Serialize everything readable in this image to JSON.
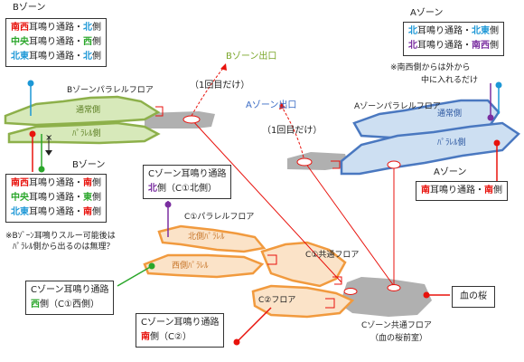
{
  "b_zone_top": {
    "heading": "Bゾーン",
    "lines": [
      {
        "pre": "南西",
        "mid": "耳鳴り通路・",
        "dir": "北",
        "post": "側",
        "pre_color": "red",
        "dir_color": "blue"
      },
      {
        "pre": "中央",
        "mid": "耳鳴り通路・",
        "dir": "西",
        "post": "側",
        "pre_color": "green",
        "dir_color": "green"
      },
      {
        "pre": "北東",
        "mid": "耳鳴り通路・",
        "dir": "北",
        "post": "側",
        "pre_color": "blue",
        "dir_color": "blue"
      }
    ]
  },
  "b_zone_bottom": {
    "heading": "Bゾーン",
    "lines": [
      {
        "pre": "南西",
        "mid": "耳鳴り通路・",
        "dir": "南",
        "post": "側",
        "pre_color": "red",
        "dir_color": "red"
      },
      {
        "pre": "中央",
        "mid": "耳鳴り通路・",
        "dir": "東",
        "post": "側",
        "pre_color": "green",
        "dir_color": "green"
      },
      {
        "pre": "北東",
        "mid": "耳鳴り通路・",
        "dir": "南",
        "post": "側",
        "pre_color": "blue",
        "dir_color": "red"
      }
    ],
    "note": [
      "※Bｿﾞｰﾝ耳鳴りスルー可能後は",
      "ﾊﾟﾗﾚﾙ側から出るのは無理？"
    ]
  },
  "a_zone_top": {
    "heading": "Aゾーン",
    "lines": [
      {
        "pre": "北",
        "mid": "耳鳴り通路・",
        "dir": "北東",
        "post": "側",
        "pre_color": "blue",
        "dir_color": "blue"
      },
      {
        "pre": "北",
        "mid": "耳鳴り通路・",
        "dir": "南西",
        "post": "側",
        "pre_color": "purple",
        "dir_color": "purple"
      }
    ],
    "note": [
      "※南西側からは外から",
      "中に入れるだけ"
    ]
  },
  "a_zone_bottom": {
    "heading": "Aゾーン",
    "pre": "南",
    "mid": "耳鳴り通路・",
    "dir": "南",
    "post": "側"
  },
  "c_north": {
    "title": "Cゾーン耳鳴り通路",
    "dir": "北",
    "rest": "側（C①北側）"
  },
  "c_west": {
    "title": "Cゾーン耳鳴り通路",
    "dir": "西",
    "rest": "側（C①西側）"
  },
  "c_south": {
    "title": "Cゾーン耳鳴り通路",
    "dir": "南",
    "rest": "側（C②）"
  },
  "labels": {
    "b_exit": "Bゾーン出口",
    "a_exit": "Aゾーン出口",
    "once_b": "（1回目だけ）",
    "once_a": "（1回目だけ）",
    "b_parallel_floor": "Bゾーンパラレルフロア",
    "a_parallel_floor": "Aゾーンパラレルフロア",
    "b_normal": "通常側",
    "b_parallel": "ﾊﾟﾗﾚﾙ側",
    "a_normal": "通常側",
    "a_parallel": "ﾊﾟﾗﾚﾙ側",
    "c1_parallel_floor": "C①パラレルフロア",
    "c_north_parallel": "北側ﾊﾟﾗﾚﾙ",
    "c_west_parallel": "西側ﾊﾟﾗﾚﾙ",
    "c1_common": "C①共通フロア",
    "c2_floor": "C②フロア",
    "c_common": "Cゾーン共通フロア",
    "c_common_sub": "（血の桜前室）",
    "sakura": "血の桜",
    "cross_mark": "×"
  },
  "colors": {
    "red": "#e8120c",
    "green": "#2aa62a",
    "blue": "#1c97d6",
    "purple": "#7a2ea0",
    "b_floor_fill": "#d7e9ba",
    "b_floor_stroke": "#8db04a",
    "a_floor_fill": "#cddff2",
    "a_floor_stroke": "#4a78c0",
    "c_floor_fill": "#fbe3c8",
    "c_floor_stroke": "#f19a3e",
    "common_fill": "#b0b0b0"
  }
}
